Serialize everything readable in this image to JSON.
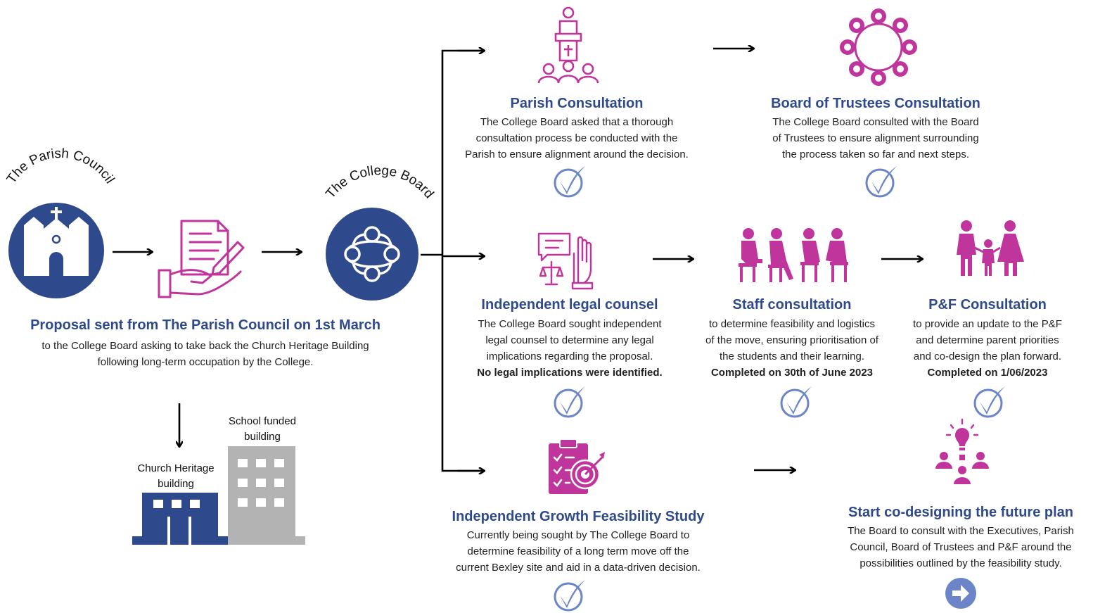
{
  "colors": {
    "navy": "#2f4a8c",
    "magenta": "#c0359c",
    "check": "#6b85c8",
    "grey": "#b3b3b3",
    "black": "#000000"
  },
  "parish_council": {
    "arc_label": "The Parish Council",
    "icon": "church-icon"
  },
  "college_board": {
    "arc_label": "The College Board",
    "icon": "knot-icon"
  },
  "proposal": {
    "title": "Proposal sent from The Parish Council on 1st March",
    "line1": "to the College Board asking to take back the Church Heritage Building",
    "line2": "following long-term occupation by the College."
  },
  "buildings": {
    "school_line1": "School funded",
    "school_line2": "building",
    "church_line1": "Church Heritage",
    "church_line2": "building"
  },
  "steps": {
    "parish": {
      "title": "Parish Consultation",
      "lines": [
        "The College Board asked that a thorough",
        "consultation process be conducted with the",
        "Parish to ensure alignment around the decision."
      ]
    },
    "trustees": {
      "title": "Board of Trustees Consultation",
      "lines": [
        "The College Board consulted with the Board",
        "of Trustees to ensure alignment surrounding",
        "the process taken so far and next steps."
      ]
    },
    "legal": {
      "title": "Independent legal counsel",
      "lines": [
        "The College Board sought independent",
        "legal counsel to determine any legal",
        "implications regarding the proposal."
      ],
      "bold": "No legal implications were identified."
    },
    "staff": {
      "title": "Staff consultation",
      "lines": [
        "to determine feasibility and logistics",
        "of the move, ensuring prioritisation of",
        "the students and their learning."
      ],
      "bold": "Completed on 30th of June 2023"
    },
    "pf": {
      "title": "P&F Consultation",
      "lines": [
        "to provide an update to the P&F",
        "and determine parent priorities",
        "and co-design the plan forward."
      ],
      "bold": "Completed on 1/06/2023"
    },
    "growth": {
      "title": "Independent Growth Feasibility Study",
      "lines": [
        "Currently being sought by The College Board to",
        "determine feasibility of a long term move off the",
        "current Bexley site and aid in a data-driven decision."
      ]
    },
    "codesign": {
      "title": "Start co-designing the future plan",
      "lines": [
        "The Board to consult with the Executives, Parish",
        "Council, Board of Trustees and P&F around the",
        "possibilities outlined by the feasibility study."
      ]
    }
  }
}
